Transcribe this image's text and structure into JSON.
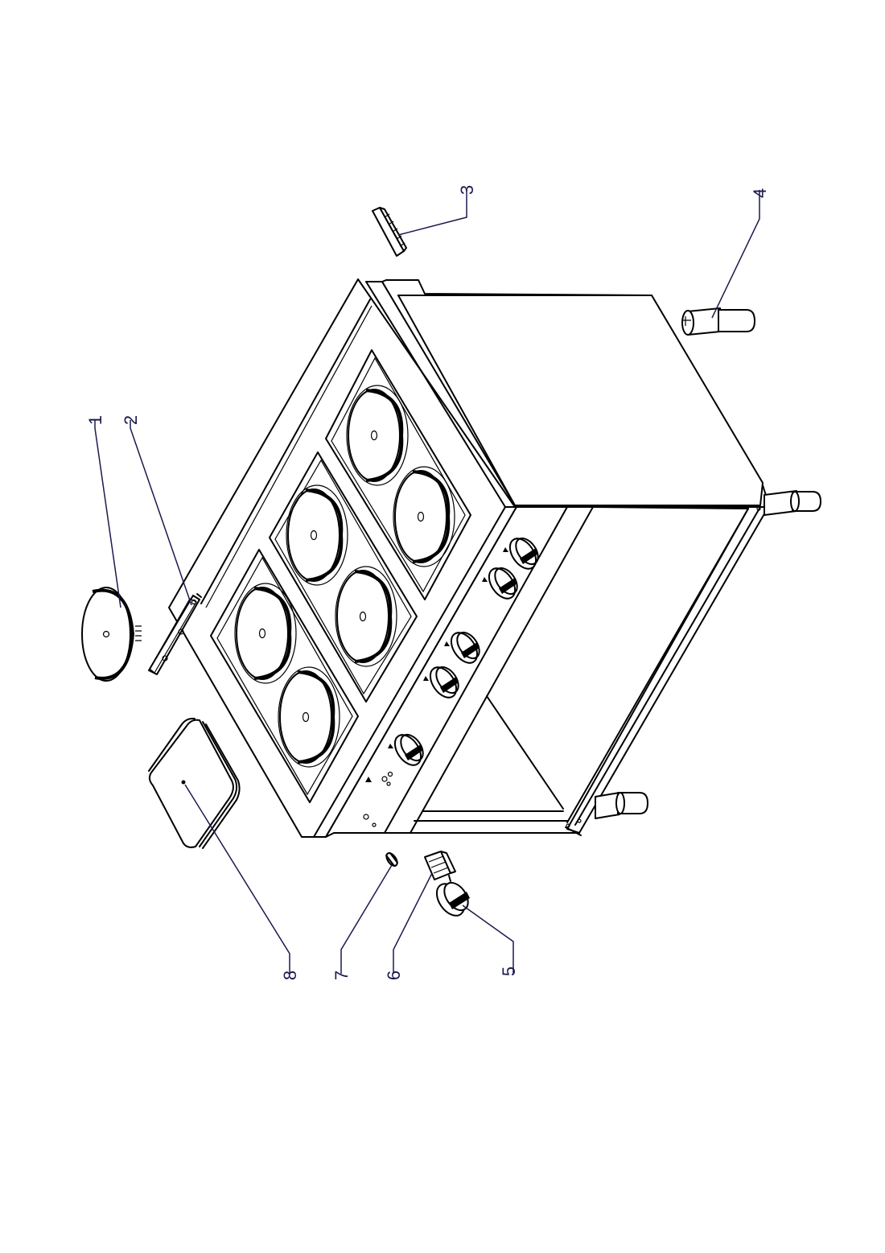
{
  "diagram": {
    "part_numbers": [
      "1",
      "2",
      "3",
      "4",
      "5",
      "6",
      "7",
      "8"
    ]
  },
  "colors": {
    "line": "#000000",
    "leader": "#1a1a4e",
    "glass_panel": "#c8d9e0",
    "background": "#ffffff"
  }
}
